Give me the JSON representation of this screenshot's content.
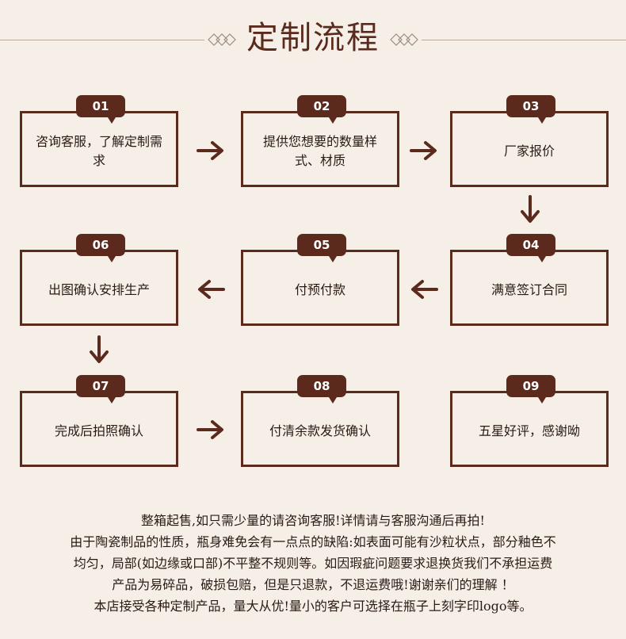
{
  "title": "定制流程",
  "steps": [
    {
      "num": "01",
      "text": "咨询客服，了解定制需求"
    },
    {
      "num": "02",
      "text": "提供您想要的数量样式、材质"
    },
    {
      "num": "03",
      "text": "厂家报价"
    },
    {
      "num": "04",
      "text": "满意签订合同"
    },
    {
      "num": "05",
      "text": "付预付款"
    },
    {
      "num": "06",
      "text": "出图确认安排生产"
    },
    {
      "num": "07",
      "text": "完成后拍照确认"
    },
    {
      "num": "08",
      "text": "付清余款发货确认"
    },
    {
      "num": "09",
      "text": "五星好评，感谢呦"
    }
  ],
  "notes": [
    "整箱起售,如只需少量的请咨询客服!详情请与客服沟通后再拍!",
    "由于陶瓷制品的性质，瓶身难免会有一点点的缺陷:如表面可能有沙粒状点，部分釉色不",
    "均匀，局部(如边缘或口部)不平整不规则等。如因瑕疵问题要求退换货我们不承担运费",
    "产品为易碎品，破损包赔，但是只退款，不退运费哦!谢谢亲们的理解 ！",
    "本店接受各种定制产品，量大从优!量小的客户可选择在瓶子上刻字印logo等。"
  ],
  "colors": {
    "accent": "#5b2a1c",
    "background": "#f5efe8",
    "text": "#2a1a14"
  },
  "icons": [
    "arrow-right-icon",
    "arrow-down-icon",
    "arrow-left-icon",
    "diamond-ornament-icon"
  ]
}
